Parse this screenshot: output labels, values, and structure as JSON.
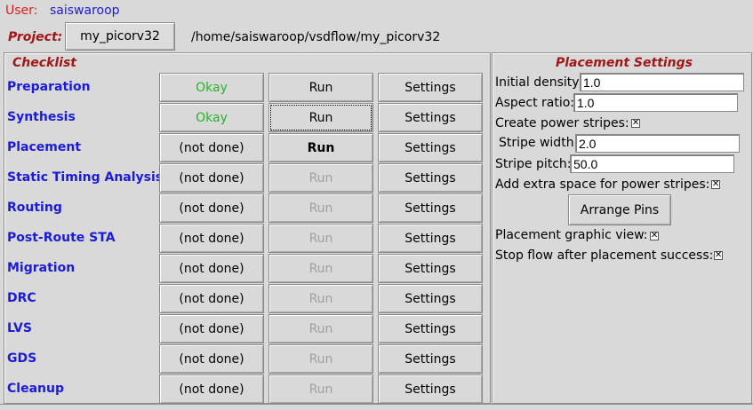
{
  "header": {
    "user_label": "User:",
    "user_name": "saiswaroop",
    "project_label": "Project:",
    "project_button": "my_picorv32",
    "project_path": "/home/saiswaroop/vsdflow/my_picorv32"
  },
  "checklist": {
    "title": "Checklist",
    "rows": [
      {
        "label": "Preparation",
        "status": "Okay",
        "run": "Run",
        "settings": "Settings"
      },
      {
        "label": "Synthesis",
        "status": "Okay",
        "run": "Run",
        "settings": "Settings"
      },
      {
        "label": "Placement",
        "status": "(not done)",
        "run": "Run",
        "settings": "Settings"
      },
      {
        "label": "Static Timing Analysis",
        "status": "(not done)",
        "run": "Run",
        "settings": "Settings"
      },
      {
        "label": "Routing",
        "status": "(not done)",
        "run": "Run",
        "settings": "Settings"
      },
      {
        "label": "Post-Route STA",
        "status": "(not done)",
        "run": "Run",
        "settings": "Settings"
      },
      {
        "label": "Migration",
        "status": "(not done)",
        "run": "Run",
        "settings": "Settings"
      },
      {
        "label": "DRC",
        "status": "(not done)",
        "run": "Run",
        "settings": "Settings"
      },
      {
        "label": "LVS",
        "status": "(not done)",
        "run": "Run",
        "settings": "Settings"
      },
      {
        "label": "GDS",
        "status": "(not done)",
        "run": "Run",
        "settings": "Settings"
      },
      {
        "label": "Cleanup",
        "status": "(not done)",
        "run": "Run",
        "settings": "Settings"
      }
    ]
  },
  "placement": {
    "title": "Placement Settings",
    "initial_density_label": "Initial density:",
    "initial_density_value": "1.0",
    "aspect_ratio_label": "Aspect ratio:",
    "aspect_ratio_value": "1.0",
    "create_power_stripes_label": "Create power stripes:",
    "stripe_width_label": "Stripe width:",
    "stripe_width_value": "2.0",
    "stripe_pitch_label": "Stripe pitch:",
    "stripe_pitch_value": "50.0",
    "extra_space_label": "Add extra space for power stripes:",
    "arrange_pins_button": "Arrange Pins",
    "graphic_view_label": "Placement graphic view:",
    "stop_flow_label": "Stop flow after placement success:",
    "checkbox_mark": "✕"
  },
  "colors": {
    "accent_red": "#a01818",
    "label_blue": "#1c1cd8",
    "okay_green": "#22b822",
    "disabled_grey": "#a0a0a0"
  }
}
